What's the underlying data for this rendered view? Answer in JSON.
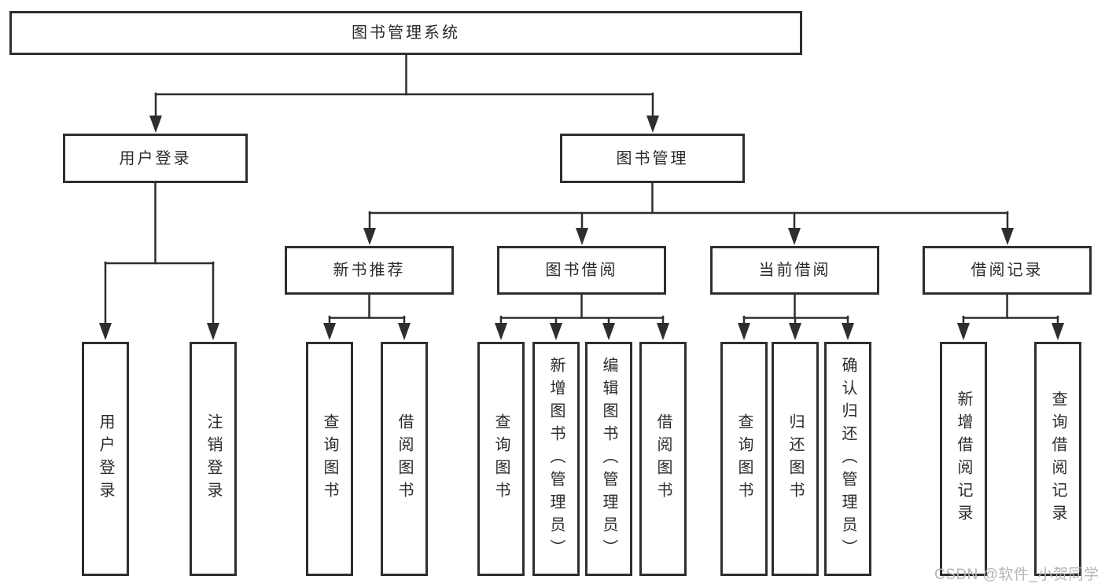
{
  "diagram": {
    "root": {
      "label": "图书管理系统"
    },
    "branches": [
      {
        "label": "用户登录",
        "children": [
          {
            "label": "用户登录"
          },
          {
            "label": "注销登录"
          }
        ]
      },
      {
        "label": "图书管理",
        "sections": [
          {
            "label": "新书推荐",
            "children": [
              {
                "label": "查询图书"
              },
              {
                "label": "借阅图书"
              }
            ]
          },
          {
            "label": "图书借阅",
            "children": [
              {
                "label": "查询图书"
              },
              {
                "label": "新增图书（管理员）"
              },
              {
                "label": "编辑图书（管理员）"
              },
              {
                "label": "借阅图书"
              }
            ]
          },
          {
            "label": "当前借阅",
            "children": [
              {
                "label": "查询图书"
              },
              {
                "label": "归还图书"
              },
              {
                "label": "确认归还（管理员）"
              }
            ]
          },
          {
            "label": "借阅记录",
            "children": [
              {
                "label": "新增借阅记录"
              },
              {
                "label": "查询借阅记录"
              }
            ]
          }
        ]
      }
    ]
  },
  "watermark": {
    "text": "CSDN @软件_小贺同学"
  },
  "colors": {
    "line": "#2e2e2e",
    "box_border": "#2e2e2e",
    "text": "#2b2b2b",
    "watermark": "#b5b5b5",
    "background": "#ffffff"
  }
}
